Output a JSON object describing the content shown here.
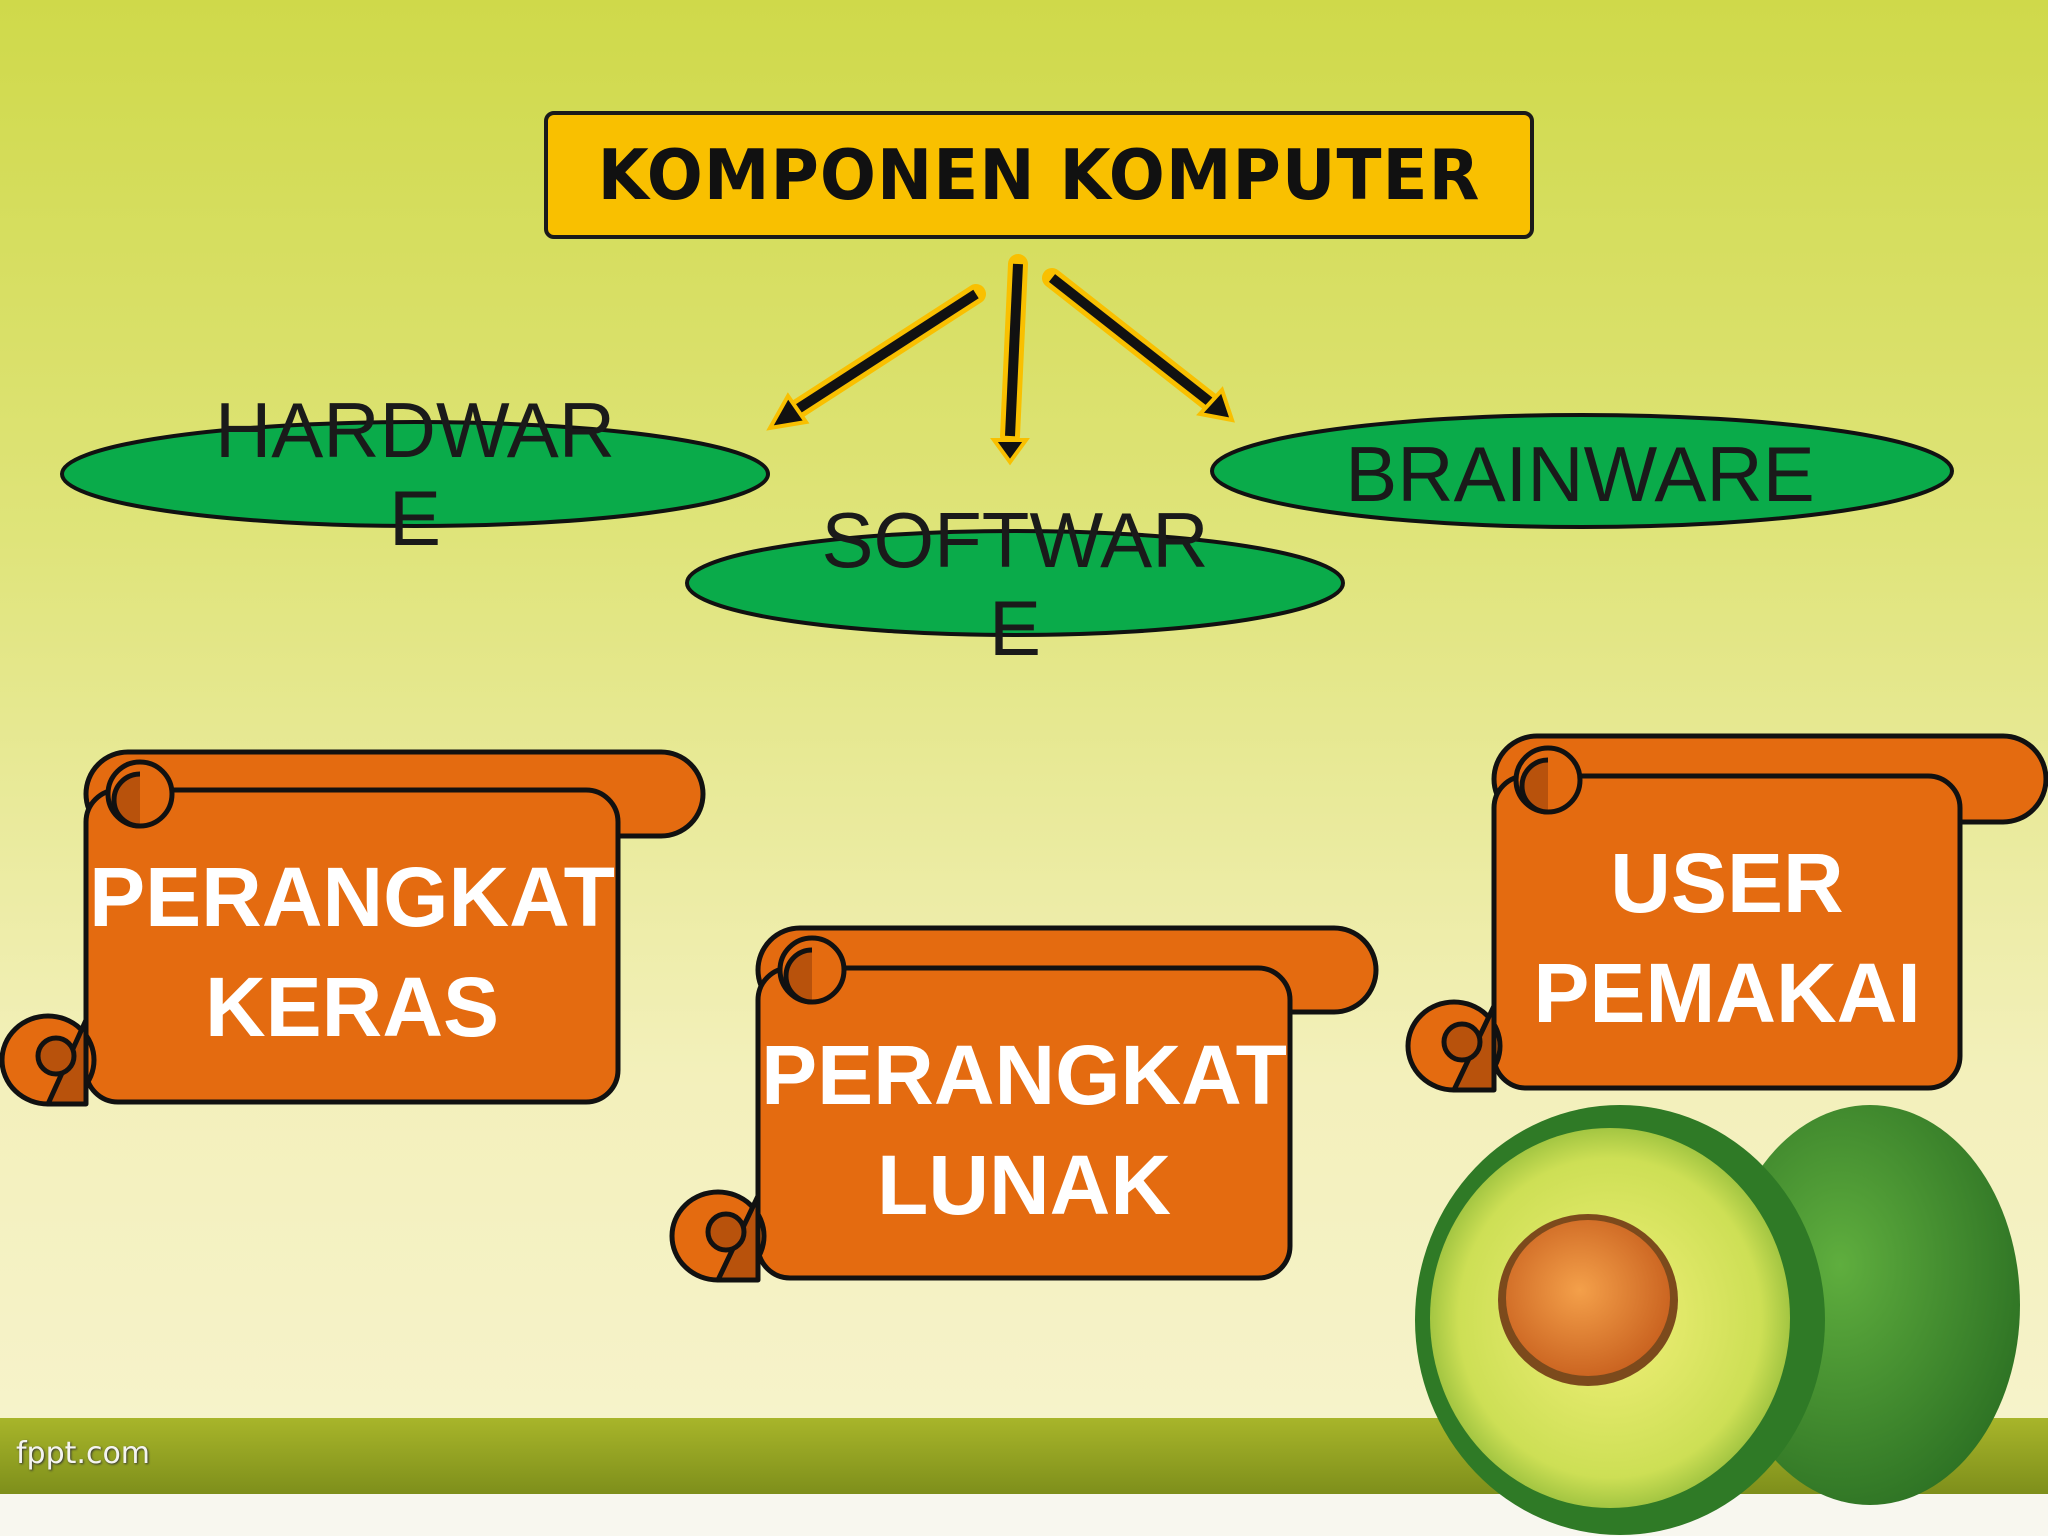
{
  "title": "KOMPONEN KOMPUTER",
  "components": [
    {
      "id": "hardware",
      "label_line1": "HARDWAR",
      "label_line2": "E"
    },
    {
      "id": "software",
      "label_line1": "SOFTWAR",
      "label_line2": "E"
    },
    {
      "id": "brainware",
      "label_line1": "BRAINWARE",
      "label_line2": ""
    }
  ],
  "scrolls": [
    {
      "id": "perangkat-keras",
      "line1": "PERANGKAT",
      "line2": "KERAS"
    },
    {
      "id": "perangkat-lunak",
      "line1": "PERANGKAT",
      "line2": "LUNAK"
    },
    {
      "id": "user-pemakai",
      "line1": "USER",
      "line2": "PEMAKAI"
    }
  ],
  "footer": {
    "logo_text": "fppt.com"
  },
  "colors": {
    "title_fill": "#f9c000",
    "oval_fill": "#0aab4a",
    "scroll_fill": "#e46b10",
    "scroll_curl": "#b8520c"
  }
}
